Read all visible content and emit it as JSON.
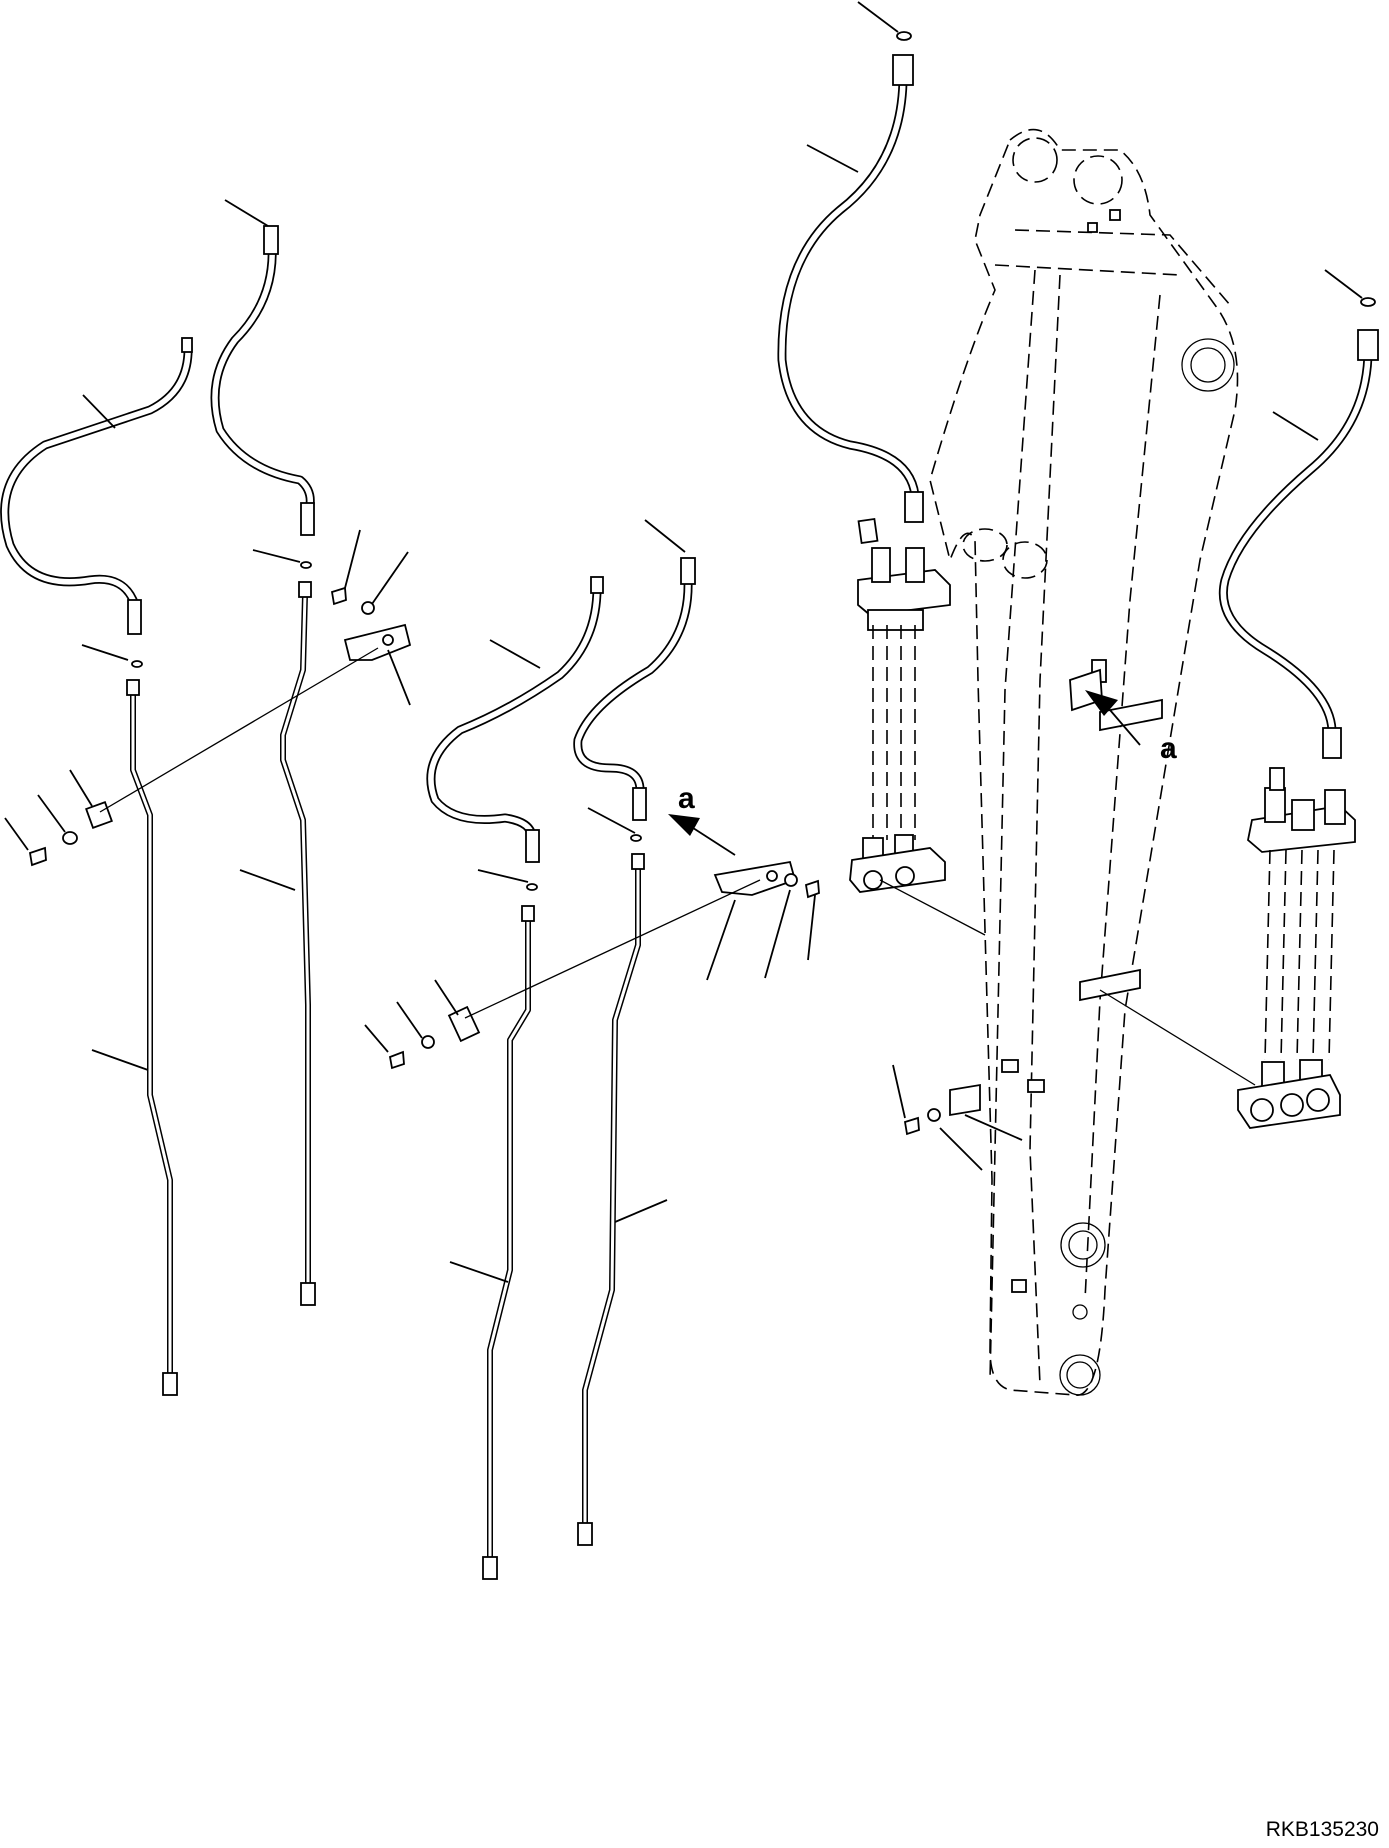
{
  "diagram": {
    "callout_labels": [
      "a",
      "a"
    ],
    "drawing_code": "RKB135230"
  }
}
